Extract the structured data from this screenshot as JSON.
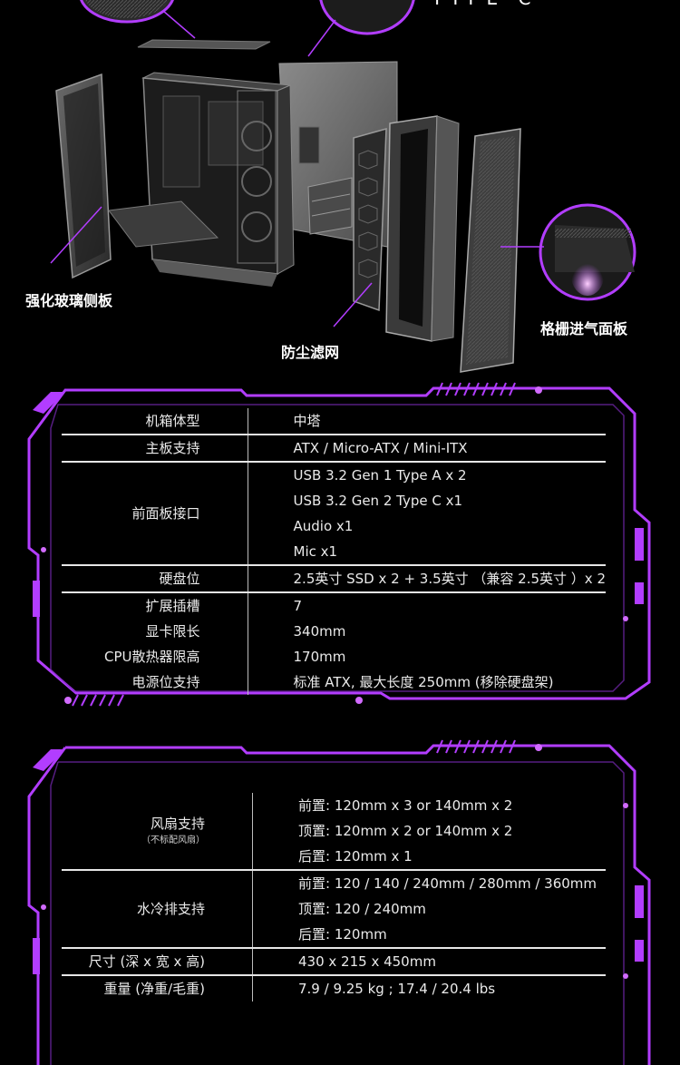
{
  "hero": {
    "title_fragment": "TYPE C",
    "labels": {
      "glass_panel": "强化玻璃侧板",
      "dust_filter": "防尘滤网",
      "grille_panel": "格栅进气面板"
    }
  },
  "colors": {
    "accent": "#b23dff",
    "glow": "#d26bff",
    "background": "#000000"
  },
  "spec1": {
    "rows": [
      {
        "key": "机箱体型",
        "values": [
          "中塔"
        ]
      },
      {
        "key": "主板支持",
        "values": [
          "ATX / Micro-ATX / Mini-ITX"
        ]
      },
      {
        "key": "前面板接口",
        "values": [
          "USB 3.2 Gen 1 Type A x 2",
          "USB 3.2 Gen 2 Type C x1",
          "Audio x1",
          "Mic x1"
        ]
      },
      {
        "key": "硬盘位",
        "values": [
          "2.5英寸 SSD x 2 + 3.5英寸 （兼容 2.5英寸 ）x 2"
        ]
      },
      {
        "key": "扩展插槽",
        "values": [
          "7"
        ]
      },
      {
        "key": "显卡限长",
        "values": [
          "340mm"
        ]
      },
      {
        "key": "CPU散热器限高",
        "values": [
          "170mm"
        ]
      },
      {
        "key": "电源位支持",
        "values": [
          "标准 ATX, 最大长度 250mm (移除硬盘架)"
        ]
      }
    ]
  },
  "spec2": {
    "rows": [
      {
        "key": "风扇支持",
        "note": "（不标配风扇）",
        "values": [
          "前置: 120mm x 3 or 140mm x 2",
          "顶置: 120mm x 2 or 140mm x 2",
          "后置: 120mm x 1"
        ]
      },
      {
        "key": "水冷排支持",
        "values": [
          "前置: 120 / 140 / 240mm / 280mm / 360mm",
          "顶置: 120 / 240mm",
          "后置: 120mm"
        ]
      },
      {
        "key": "尺寸 (深 x 宽 x 高)",
        "values": [
          "430 x 215 x 450mm"
        ]
      },
      {
        "key": "重量 (净重/毛重)",
        "values": [
          "7.9 / 9.25 kg ; 17.4 / 20.4 lbs"
        ]
      }
    ]
  }
}
